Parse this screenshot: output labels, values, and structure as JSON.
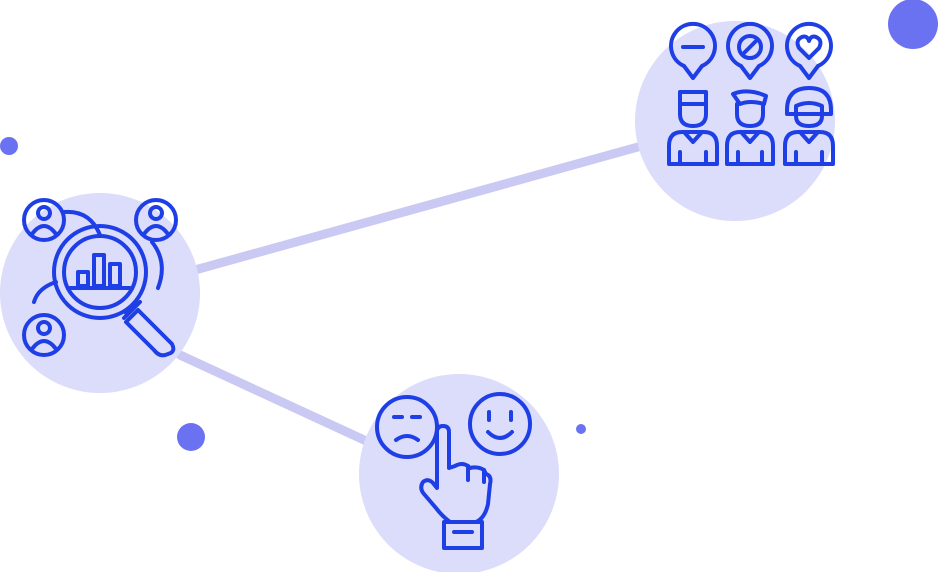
{
  "colors": {
    "background": "#ffffff",
    "node_fill": "#dcdcfb",
    "connector": "#c9c9f3",
    "dot": "#6b72f2",
    "icon_stroke": "#1f3fe6"
  },
  "nodes": [
    {
      "id": "research",
      "icon": "magnifier-analytics-users-icon"
    },
    {
      "id": "opinions",
      "icon": "people-opinions-icon"
    },
    {
      "id": "feedback",
      "icon": "sad-happy-choice-icon"
    }
  ],
  "connections": [
    {
      "from": "research",
      "to": "opinions"
    },
    {
      "from": "research",
      "to": "feedback"
    }
  ]
}
